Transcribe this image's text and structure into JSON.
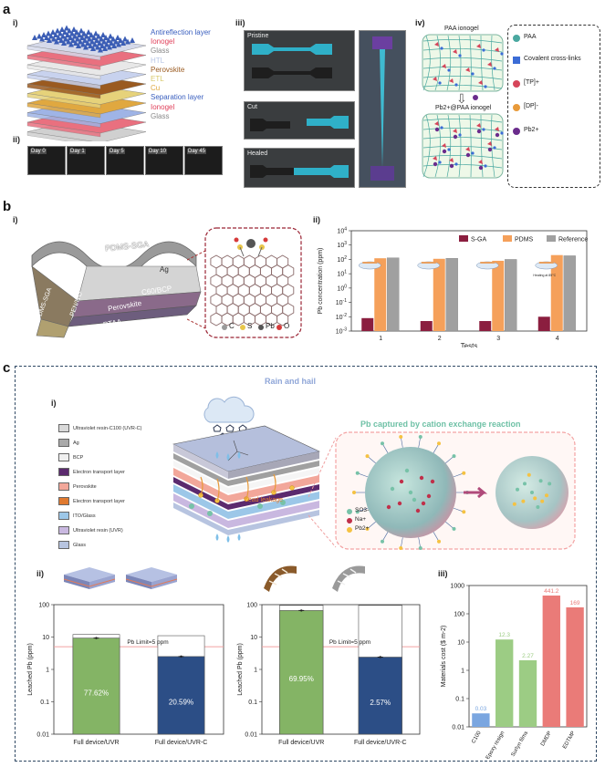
{
  "panel_a": {
    "label": "a",
    "sub_i": "i)",
    "sub_ii": "ii)",
    "sub_iii": "iii)",
    "sub_iv": "iv)",
    "layers": [
      {
        "text": "Antireflection layer",
        "color": "#3a5fbf"
      },
      {
        "text": "Ionogel",
        "color": "#e0405a"
      },
      {
        "text": "Glass",
        "color": "#888888"
      },
      {
        "text": "HTL",
        "color": "#b8c6e6"
      },
      {
        "text": "Perovskite",
        "color": "#9a5a20"
      },
      {
        "text": "ETL",
        "color": "#d8c86a"
      },
      {
        "text": "Cu",
        "color": "#e0a840"
      },
      {
        "text": "Separation layer",
        "color": "#3a5fbf"
      },
      {
        "text": "Ionogel",
        "color": "#e0405a"
      },
      {
        "text": "Glass",
        "color": "#888888"
      }
    ],
    "days": [
      "Day 0",
      "Day 1",
      "Day 5",
      "Day 10",
      "Day 45"
    ],
    "photos": [
      "Pristine",
      "Cut",
      "Healed"
    ],
    "ionogel_top": "PAA ionogel",
    "ionogel_bottom": "Pb2+@PAA ionogel",
    "legend_iv": [
      "PAA",
      "Covalent cross-links",
      "[TP]+",
      "[DP]-",
      "Pb2+"
    ]
  },
  "panel_b": {
    "label": "b",
    "sub_i": "i)",
    "sub_ii": "ii)",
    "stack_labels": [
      "PDMS-SGA",
      "Ag",
      "C60/BCP",
      "Perovskite",
      "PTAA",
      "PEN/ITO",
      "PDMS-SGA"
    ],
    "atom_legend": [
      "C",
      "S",
      "Pb",
      "O"
    ],
    "heating_label": "Heating at 85°C"
  },
  "panel_c": {
    "label": "c",
    "sub_i": "i)",
    "sub_ii": "ii)",
    "sub_iii": "iii)",
    "rain_label": "Rain and hail",
    "captured_label": "Pb captured by cation exchange reaction",
    "lead_leakage": "Lead leakage",
    "layer_legend": [
      {
        "text": "Ultraviolet resin-C100 (UVR-C)",
        "color": "#d9d9d9"
      },
      {
        "text": "Ag",
        "color": "#a9a9a9"
      },
      {
        "text": "BCP",
        "color": "#f0f0f0"
      },
      {
        "text": "Electron transport layer",
        "color": "#5b2a6e"
      },
      {
        "text": "Perovskite",
        "color": "#f2a79a"
      },
      {
        "text": "Electron transport layer",
        "color": "#e07a30"
      },
      {
        "text": "ITO/Glass",
        "color": "#9cc7e8"
      },
      {
        "text": "Ultraviolet resin (UVR)",
        "color": "#c9b8e0"
      },
      {
        "text": "Glass",
        "color": "#b7c4e0"
      }
    ],
    "ion_legend": [
      "SO3-",
      "Na+",
      "Pb2+"
    ]
  },
  "chart_data": [
    {
      "type": "bar",
      "id": "b-ii",
      "xlabel": "Tests",
      "ylabel": "Pb concentration (ppm)",
      "yscale": "log",
      "ylim": [
        0.001,
        10000
      ],
      "yticks": [
        "10^-3",
        "10^-2",
        "10^-1",
        "10^0",
        "10^1",
        "10^2",
        "10^3",
        "10^4"
      ],
      "categories": [
        "1",
        "2",
        "3",
        "4"
      ],
      "series": [
        {
          "name": "S-GA",
          "color": "#8b1e3f",
          "values": [
            0.008,
            0.005,
            0.005,
            0.01
          ]
        },
        {
          "name": "PDMS",
          "color": "#f5a05a",
          "values": [
            120,
            110,
            80,
            200
          ]
        },
        {
          "name": "Reference",
          "color": "#a0a0a0",
          "values": [
            130,
            120,
            100,
            180
          ]
        }
      ],
      "legend": "top-right"
    },
    {
      "type": "bar",
      "id": "c-ii-left",
      "ylabel": "Leached Pb (ppm)",
      "yscale": "log",
      "ylim": [
        0.01,
        100
      ],
      "yticks": [
        "0.01",
        "0.1",
        "1",
        "10",
        "100"
      ],
      "limit_label": "Pb Limit=5 ppm",
      "limit": 5,
      "categories": [
        "Full device/UVR",
        "Full device/UVR-C"
      ],
      "totals": [
        12,
        11
      ],
      "captured": [
        9.3,
        2.5
      ],
      "percent_labels": [
        "77.62%",
        "20.59%"
      ],
      "colors": [
        "#84b465",
        "#2c4e86"
      ]
    },
    {
      "type": "bar",
      "id": "c-ii-right",
      "ylabel": "Leached Pb (ppm)",
      "yscale": "log",
      "ylim": [
        0.01,
        100
      ],
      "yticks": [
        "0.01",
        "0.1",
        "1",
        "10",
        "100"
      ],
      "limit_label": "Pb Limit=5 ppm",
      "limit": 5,
      "categories": [
        "Full device/UVR",
        "Full device/UVR-C"
      ],
      "totals": [
        95,
        95
      ],
      "captured": [
        66,
        2.4
      ],
      "percent_labels": [
        "69.95%",
        "2.57%"
      ],
      "colors": [
        "#84b465",
        "#2c4e86"
      ]
    },
    {
      "type": "bar",
      "id": "c-iii",
      "ylabel": "Materials cost ($ m-2)",
      "yscale": "log",
      "ylim": [
        0.01,
        1000
      ],
      "yticks": [
        "0.01",
        "0.1",
        "1",
        "10",
        "100",
        "1000"
      ],
      "categories": [
        "C100",
        "Epoxy resign",
        "Surlyn films",
        "DMDP",
        "EDTMP"
      ],
      "values": [
        0.03,
        12.3,
        2.27,
        441.2,
        169
      ],
      "value_labels": [
        "0.03",
        "12.3",
        "2.27",
        "441.2",
        "169"
      ],
      "colors": [
        "#7aa6e0",
        "#9ccc84",
        "#9ccc84",
        "#ea7b78",
        "#ea7b78"
      ]
    }
  ]
}
